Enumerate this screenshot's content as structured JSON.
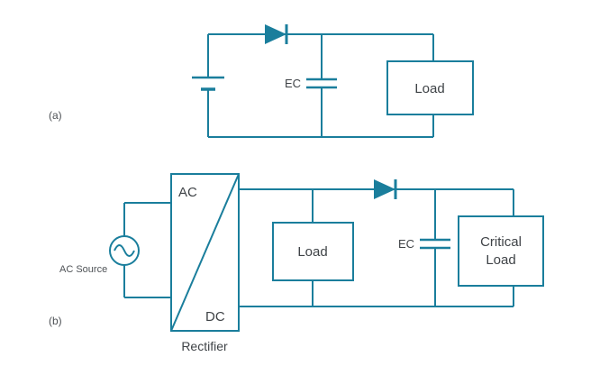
{
  "colors": {
    "accent": "#1a7e9c",
    "box_text": "#3f4347",
    "muted_text": "#4e5256",
    "background": "#ffffff"
  },
  "circuit_a": {
    "label": "(a)",
    "ec_label": "EC",
    "load_label": "Load"
  },
  "circuit_b": {
    "label": "(b)",
    "ac_source_label": "AC Source",
    "rectifier": {
      "ac": "AC",
      "dc": "DC",
      "caption": "Rectifier"
    },
    "load_label": "Load",
    "ec_label": "EC",
    "critical_load": {
      "line1": "Critical",
      "line2": "Load"
    }
  }
}
